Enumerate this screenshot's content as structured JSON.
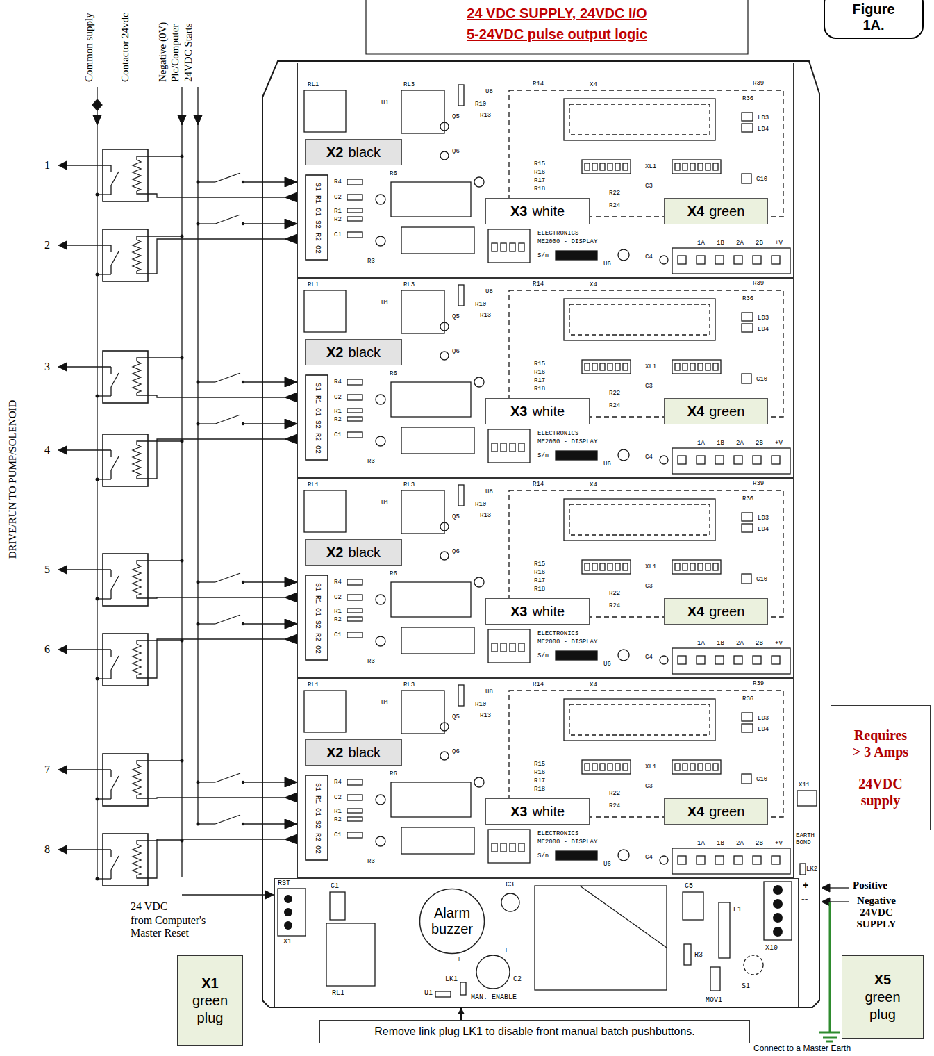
{
  "diagram": {
    "title": "24 VDC SUPPLY, 24VDC I/O",
    "nodes": [
      {
        "text": [
          "Figure 1A."
        ]
      },
      {
        "text": [
          "RL1",
          "RL3",
          "U1",
          "U8",
          "R14",
          "X4",
          "R39",
          "R36",
          "R10",
          "R13",
          "Q5",
          "Q6",
          "R15",
          "R16",
          "R17",
          "R18",
          "XL1",
          "C3",
          "LD3",
          "LD4",
          "C10",
          "R22",
          "R24",
          "ELECTRONICS",
          "ME2000 - DISPLAY",
          "S/n",
          "U6",
          "C4",
          "1A",
          "1B",
          "2A",
          "2B",
          "+V",
          "S1 R1 O1 S2 R2 O2",
          "R4",
          "C2",
          "R1",
          "R2",
          "C1",
          "R3",
          "R6"
        ]
      },
      {
        "text": [
          "X2",
          "black"
        ],
        "in": 1
      },
      {
        "text": [
          "X3",
          "white"
        ],
        "in": 1
      },
      {
        "text": [
          "X4",
          "green"
        ],
        "in": 1
      },
      {
        "text": [
          "RL1",
          "RL3",
          "U1",
          "U8",
          "R14",
          "X4",
          "R39",
          "R36",
          "R10",
          "R13",
          "Q5",
          "Q6",
          "R15",
          "R16",
          "R17",
          "R18",
          "XL1",
          "C3",
          "LD3",
          "LD4",
          "C10",
          "R22",
          "R24",
          "ELECTRONICS",
          "ME2000 - DISPLAY",
          "S/n",
          "U6",
          "C4",
          "1A",
          "1B",
          "2A",
          "2B",
          "+V",
          "S1 R1 O1 S2 R2 O2",
          "R4",
          "C2",
          "R1",
          "R2",
          "C1",
          "R3",
          "R6"
        ]
      },
      {
        "text": [
          "X2",
          "black"
        ],
        "in": 5
      },
      {
        "text": [
          "X3",
          "white"
        ],
        "in": 5
      },
      {
        "text": [
          "X4",
          "green"
        ],
        "in": 5
      },
      {
        "text": [
          "RL1",
          "RL3",
          "U1",
          "U8",
          "R14",
          "X4",
          "R39",
          "R36",
          "R10",
          "R13",
          "Q5",
          "Q6",
          "R15",
          "R16",
          "R17",
          "R18",
          "XL1",
          "C3",
          "LD3",
          "LD4",
          "C10",
          "R22",
          "R24",
          "ELECTRONICS",
          "ME2000 - DISPLAY",
          "S/n",
          "U6",
          "C4",
          "1A",
          "1B",
          "2A",
          "2B",
          "+V",
          "S1 R1 O1 S2 R2 O2",
          "R4",
          "C2",
          "R1",
          "R2",
          "C1",
          "R3",
          "R6"
        ]
      },
      {
        "text": [
          "X2",
          "black"
        ],
        "in": 9
      },
      {
        "text": [
          "X3",
          "white"
        ],
        "in": 9
      },
      {
        "text": [
          "X4",
          "green"
        ],
        "in": 9
      },
      {
        "text": [
          "RL1",
          "RL3",
          "U1",
          "U8",
          "R14",
          "X4",
          "R39",
          "R36",
          "R10",
          "R13",
          "Q5",
          "Q6",
          "R15",
          "R16",
          "R17",
          "R18",
          "XL1",
          "C3",
          "LD3",
          "LD4",
          "C10",
          "R22",
          "R24",
          "ELECTRONICS",
          "ME2000 - DISPLAY",
          "S/n",
          "U6",
          "C4",
          "1A",
          "1B",
          "2A",
          "2B",
          "+V",
          "S1 R1 O1 S2 R2 O2",
          "R4",
          "C2",
          "R1",
          "R2",
          "C1",
          "R3",
          "R6"
        ]
      },
      {
        "text": [
          "X2",
          "black"
        ],
        "in": 13
      },
      {
        "text": [
          "X3",
          "white"
        ],
        "in": 13
      },
      {
        "text": [
          "X4",
          "green"
        ],
        "in": 13
      },
      {
        "text": [
          "RST",
          "X1",
          "C1",
          "RL1",
          "+",
          "C3",
          "+",
          "C2",
          "U1",
          "LK1",
          "MAN. ENABLE",
          "C5",
          "F1",
          "R3",
          "MOV1",
          "S1",
          "X10"
        ]
      },
      {
        "text": [
          "Alarm buzzer"
        ],
        "in": 17
      },
      {
        "text": [
          "Requires > 3 Amps",
          "24VDC supply"
        ]
      },
      {
        "text": [
          "X1",
          "green plug"
        ]
      },
      {
        "text": [
          "X5",
          "green plug"
        ]
      },
      {
        "text": [
          "Remove link plug LK1 to disable front manual batch pushbuttons."
        ]
      }
    ],
    "edges": [
      {
        "from": 22,
        "to": 17,
        "arrow": "to"
      }
    ],
    "labels": [
      "5-24VDC pulse output logic",
      "Common supply",
      "Contactor 24vdc",
      "Negative (0V)",
      "Plc/Computer 24VDC Starts",
      "DRIVE/RUN TO PUMP/SOLENOID",
      "1",
      "2",
      "3",
      "4",
      "5",
      "6",
      "7",
      "8",
      "24 VDC",
      "from Computer's Master Reset",
      "Positive",
      "Negative 24VDC SUPPLY",
      "+",
      "--",
      "Connect to a Master Earth",
      "X11",
      "EARTH BOND",
      "LK2"
    ]
  }
}
